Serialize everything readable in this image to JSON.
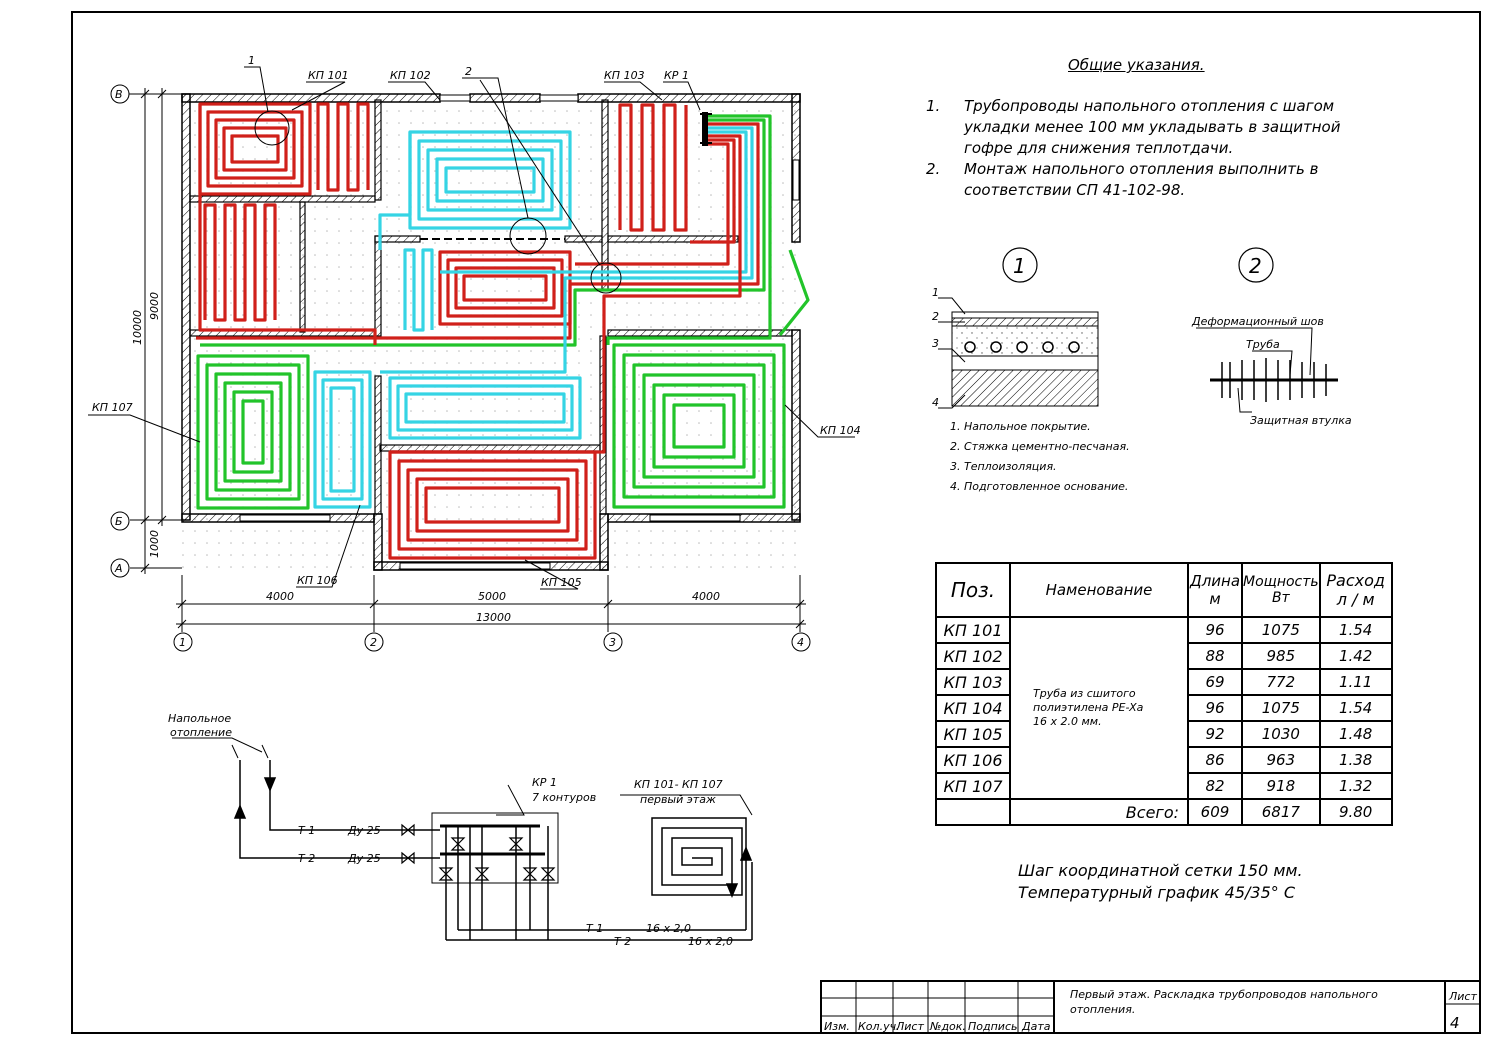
{
  "notes": {
    "title": "Общие указания.",
    "items": [
      {
        "num": "1.",
        "lines": [
          "Трубопроводы напольного отопления с шагом",
          "укладки менее  100  мм укладывать в защитной",
          "гофре для снижения теплотдачи."
        ]
      },
      {
        "num": "2.",
        "lines": [
          "Монтаж напольного отопления выполнить в",
          "соответствии СП  41-102-98."
        ]
      }
    ]
  },
  "plan": {
    "axis_letters": [
      "В",
      "Б",
      "А"
    ],
    "axis_numbers": [
      "1",
      "2",
      "3",
      "4"
    ],
    "dims_vertical": [
      "10000",
      "9000",
      "1000"
    ],
    "dims_horizontal": [
      "4000",
      "5000",
      "4000"
    ],
    "dim_total": "13000",
    "labels": {
      "kp101": "КП 101",
      "kp102": "КП 102",
      "kp103": "КП 103",
      "kr1": "КР 1",
      "kp104": "КП 104",
      "kp105": "КП 105",
      "kp106": "КП 106",
      "kp107": "КП 107",
      "callout1": "1",
      "callout2": "2"
    },
    "colors": {
      "red": "#d0201a",
      "cyan": "#35d4e4",
      "green": "#22c42a",
      "wall": "#000000"
    }
  },
  "details": {
    "detail1_num": "1",
    "detail2_num": "2",
    "layers": [
      "1",
      "2",
      "3",
      "4"
    ],
    "legend": [
      "1. Напольное покрытие.",
      "2. Стяжка цементно-песчаная.",
      "3. Теплоизоляция.",
      "4. Подготовленное основание."
    ],
    "joint_label": "Деформационный шов",
    "pipe_label": "Труба",
    "sleeve_label": "Защитная втулка"
  },
  "scheme": {
    "floor_heating": [
      "Напольное",
      "отопление"
    ],
    "t1": "Т 1",
    "t2": "Т 2",
    "du1": "Ду 25",
    "du2": "Ду 25",
    "kr": [
      "КР 1",
      "7 контуров"
    ],
    "kp": [
      "КП 101- КП 107",
      "первый этаж"
    ],
    "t1_bottom": "Т 1",
    "t2_bottom": "Т 2",
    "pipe1": "16 х 2,0",
    "pipe2": "16 х 2,0"
  },
  "table": {
    "headers": {
      "pos": "Поз.",
      "name": "Наменование",
      "len": [
        "Длина",
        "м"
      ],
      "power": [
        "Мощность",
        "Вт"
      ],
      "flow": [
        "Расход",
        "л / м"
      ]
    },
    "material": [
      "Труба из сшитого",
      "полиэтилена  PE-Xa",
      "16 х 2.0 мм."
    ],
    "rows": [
      {
        "pos": "КП 101",
        "len": "96",
        "power": "1075",
        "flow": "1.54"
      },
      {
        "pos": "КП 102",
        "len": "88",
        "power": "985",
        "flow": "1.42"
      },
      {
        "pos": "КП 103",
        "len": "69",
        "power": "772",
        "flow": "1.11"
      },
      {
        "pos": "КП 104",
        "len": "96",
        "power": "1075",
        "flow": "1.54"
      },
      {
        "pos": "КП 105",
        "len": "92",
        "power": "1030",
        "flow": "1.48"
      },
      {
        "pos": "КП 106",
        "len": "86",
        "power": "963",
        "flow": "1.38"
      },
      {
        "pos": "КП 107",
        "len": "82",
        "power": "918",
        "flow": "1.32"
      }
    ],
    "total": {
      "label": "Всего:",
      "len": "609",
      "power": "6817",
      "flow": "9.80"
    }
  },
  "footnote": [
    "Шаг координатной сетки  150 мм.",
    "Температурный график  45/35° С"
  ],
  "stamp": {
    "cols": [
      "Изм.",
      "Кол.уч.",
      "Лист",
      "№док.",
      "Подпись",
      "Дата"
    ],
    "title": [
      "Первый этаж. Раскладка трубопроводов напольного",
      "отопления."
    ],
    "sheet_label": "Лист",
    "sheet_num": "4"
  }
}
